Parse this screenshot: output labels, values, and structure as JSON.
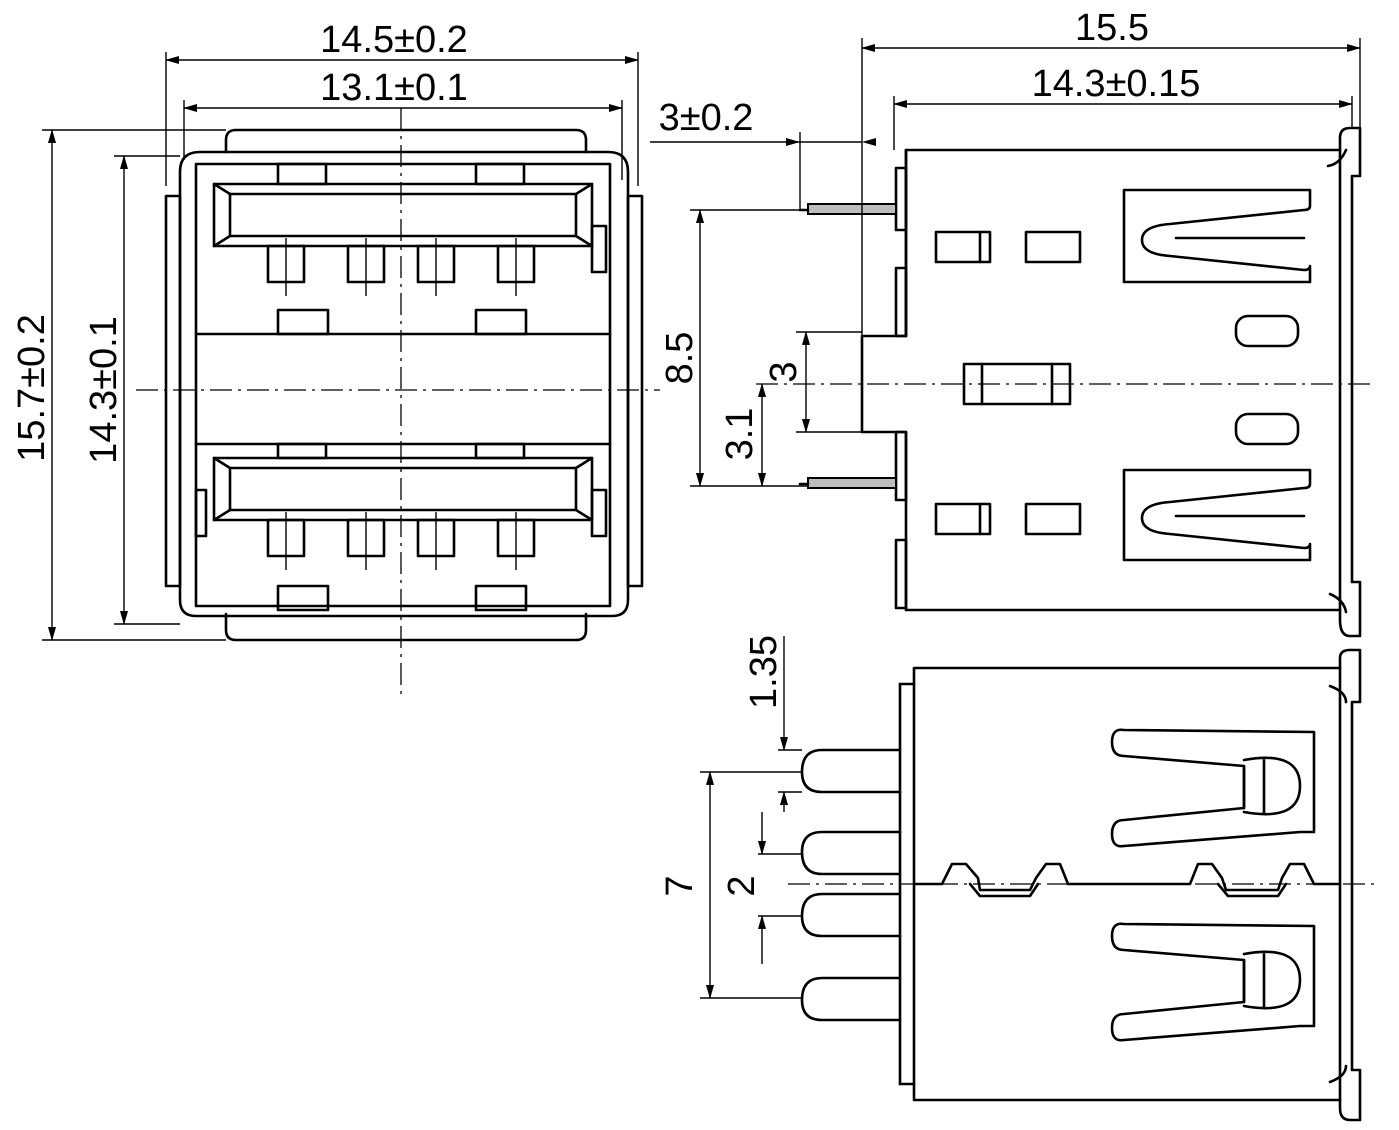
{
  "colors": {
    "line": "#000000",
    "background": "#ffffff",
    "pin_fill": "#bdbdbd"
  },
  "front_view": {
    "overall_width": "14.5±0.2",
    "inner_width": "13.1±0.1",
    "overall_height": "15.7±0.2",
    "inner_height": "14.3±0.1"
  },
  "side_view": {
    "overall_length": "15.5",
    "body_length": "14.3±0.15",
    "pin_offset": "3±0.2",
    "pin_spacing": "8.5",
    "peg_height": "3",
    "peg_offset": "3.1"
  },
  "bottom_view": {
    "pin_width": "1.35",
    "pin_pitch_group": "7",
    "pin_gap": "2"
  }
}
